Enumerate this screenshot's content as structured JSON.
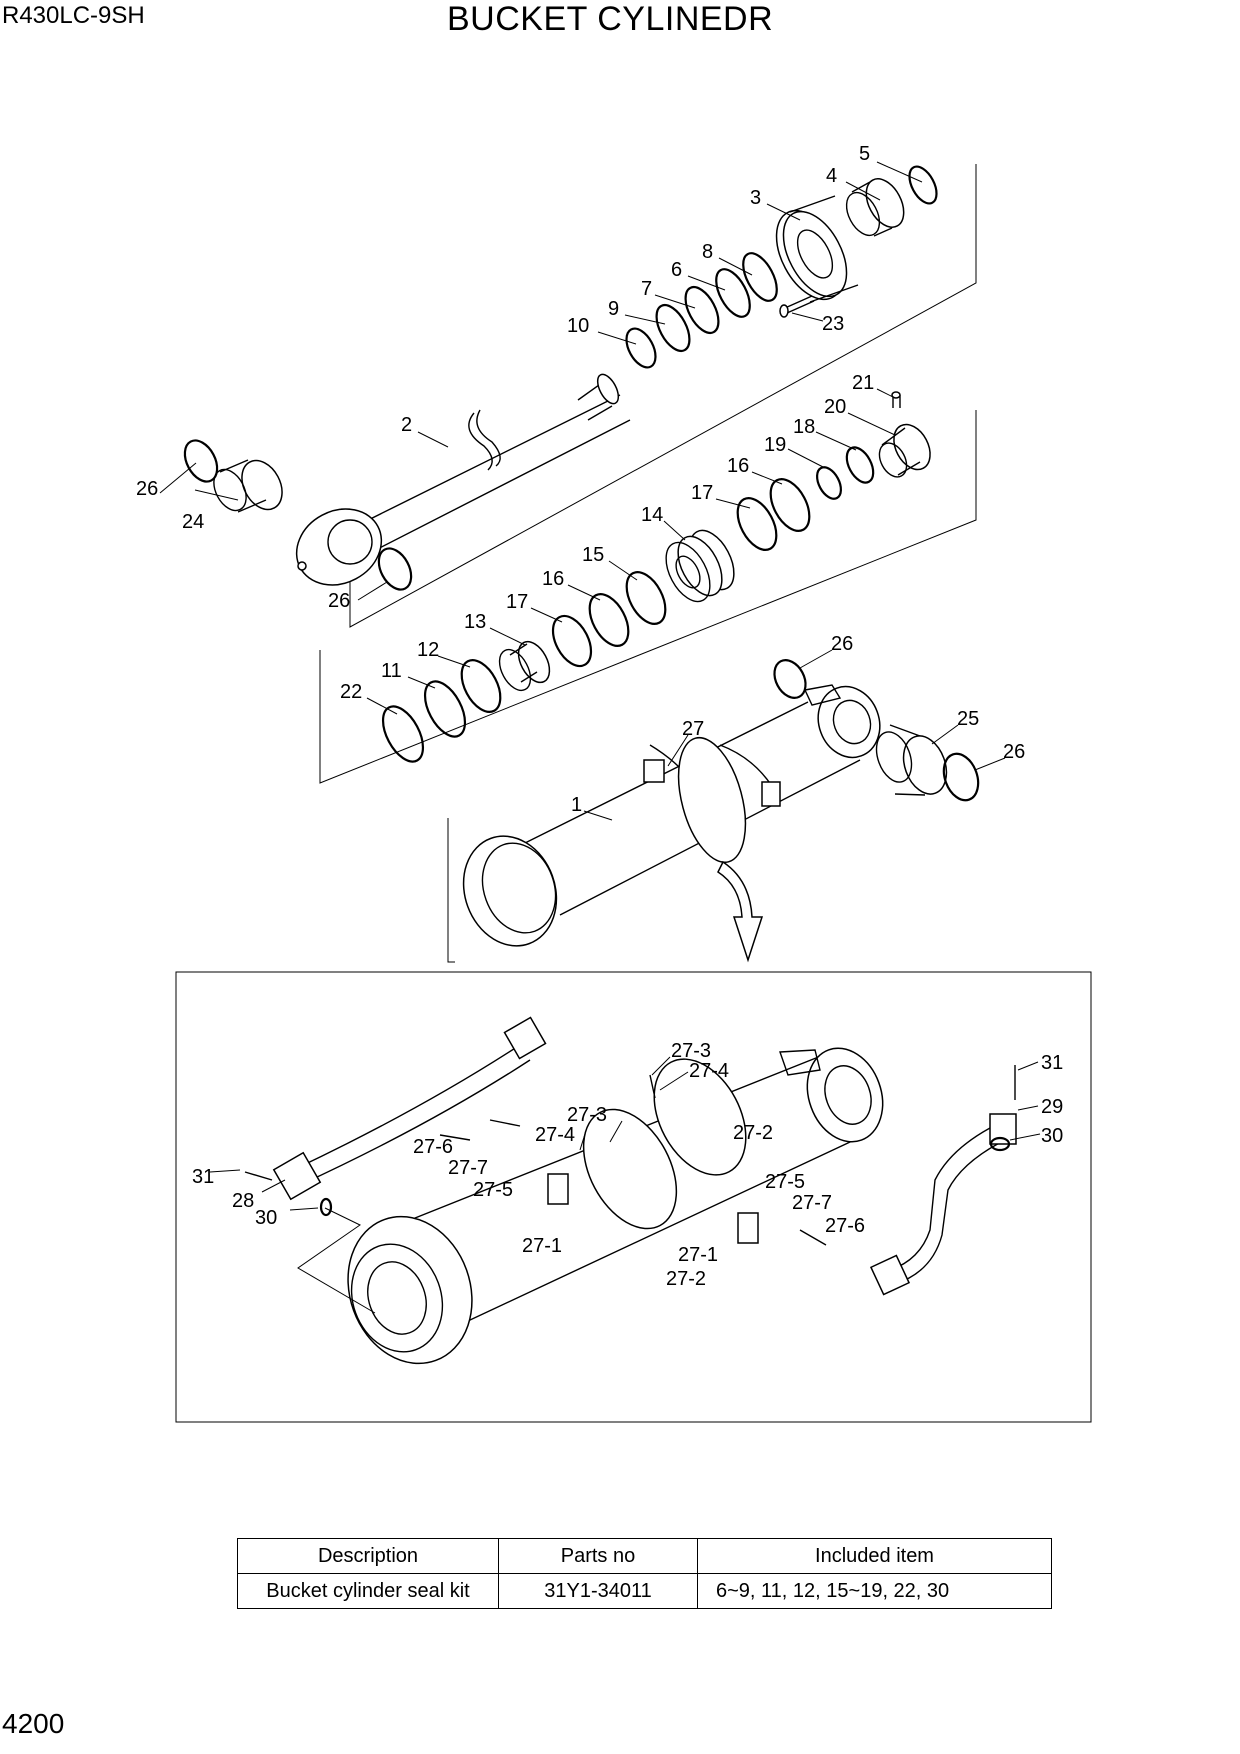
{
  "header": {
    "model": "R430LC-9SH",
    "title": "BUCKET CYLINEDR"
  },
  "page_number": "4200",
  "callouts": {
    "c1": "1",
    "c2": "2",
    "c3": "3",
    "c4": "4",
    "c5": "5",
    "c6": "6",
    "c7": "7",
    "c8": "8",
    "c9": "9",
    "c10": "10",
    "c11": "11",
    "c12": "12",
    "c13": "13",
    "c14": "14",
    "c15": "15",
    "c16a": "16",
    "c16b": "16",
    "c17a": "17",
    "c17b": "17",
    "c18": "18",
    "c19": "19",
    "c20": "20",
    "c21": "21",
    "c22": "22",
    "c23": "23",
    "c24": "24",
    "c25": "25",
    "c26a": "26",
    "c26b": "26",
    "c26c": "26",
    "c26d": "26",
    "c27": "27",
    "d27_3a": "27-3",
    "d27_4a": "27-4",
    "d27_3b": "27-3",
    "d27_4b": "27-4",
    "d27_6a": "27-6",
    "d27_7a": "27-7",
    "d27_5a": "27-5",
    "d27_2a": "27-2",
    "d27_5b": "27-5",
    "d27_7b": "27-7",
    "d27_6b": "27-6",
    "d27_1a": "27-1",
    "d27_1b": "27-1",
    "d27_2b": "27-2",
    "d31a": "31",
    "d28": "28",
    "d30a": "30",
    "d31b": "31",
    "d29": "29",
    "d30b": "30"
  },
  "kit_table": {
    "headers": [
      "Description",
      "Parts no",
      "Included item"
    ],
    "rows": [
      [
        "Bucket cylinder seal kit",
        "31Y1-34011",
        "6~9, 11, 12, 15~19, 22, 30"
      ]
    ]
  }
}
